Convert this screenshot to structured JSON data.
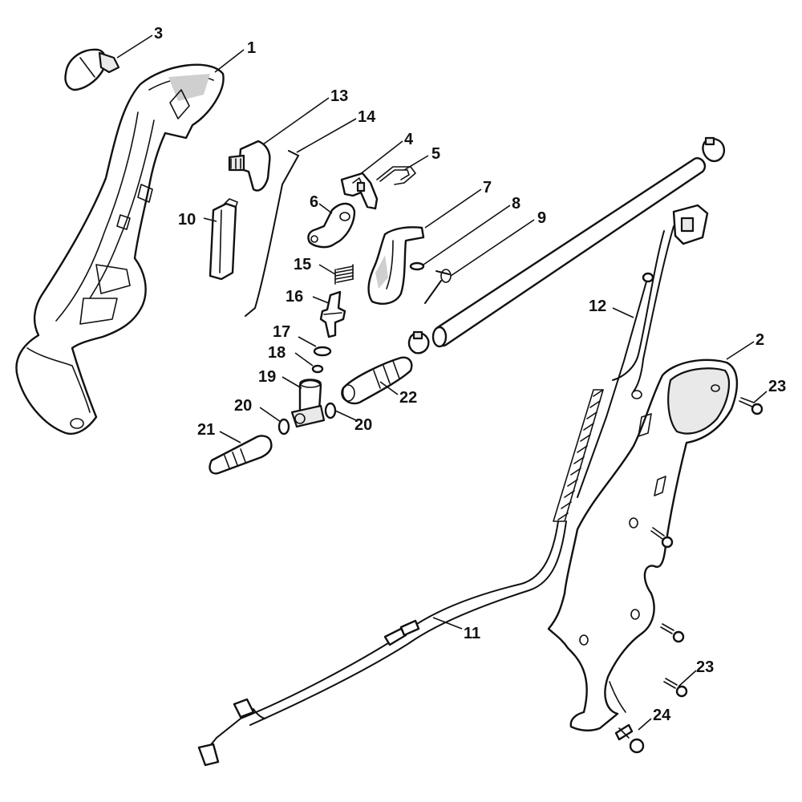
{
  "callouts": [
    {
      "id": "c1",
      "text": "1"
    },
    {
      "id": "c2",
      "text": "2"
    },
    {
      "id": "c3",
      "text": "3"
    },
    {
      "id": "c4",
      "text": "4"
    },
    {
      "id": "c5",
      "text": "5"
    },
    {
      "id": "c6",
      "text": "6"
    },
    {
      "id": "c7",
      "text": "7"
    },
    {
      "id": "c8",
      "text": "8"
    },
    {
      "id": "c9",
      "text": "9"
    },
    {
      "id": "c10",
      "text": "10"
    },
    {
      "id": "c11",
      "text": "11"
    },
    {
      "id": "c12",
      "text": "12"
    },
    {
      "id": "c13",
      "text": "13"
    },
    {
      "id": "c14",
      "text": "14"
    },
    {
      "id": "c15",
      "text": "15"
    },
    {
      "id": "c16",
      "text": "16"
    },
    {
      "id": "c17",
      "text": "17"
    },
    {
      "id": "c18",
      "text": "18"
    },
    {
      "id": "c19",
      "text": "19"
    },
    {
      "id": "c20a",
      "text": "20"
    },
    {
      "id": "c20b",
      "text": "20"
    },
    {
      "id": "c21",
      "text": "21"
    },
    {
      "id": "c22",
      "text": "22"
    },
    {
      "id": "c23a",
      "text": "23"
    },
    {
      "id": "c23b",
      "text": "23"
    },
    {
      "id": "c24",
      "text": "24"
    }
  ]
}
